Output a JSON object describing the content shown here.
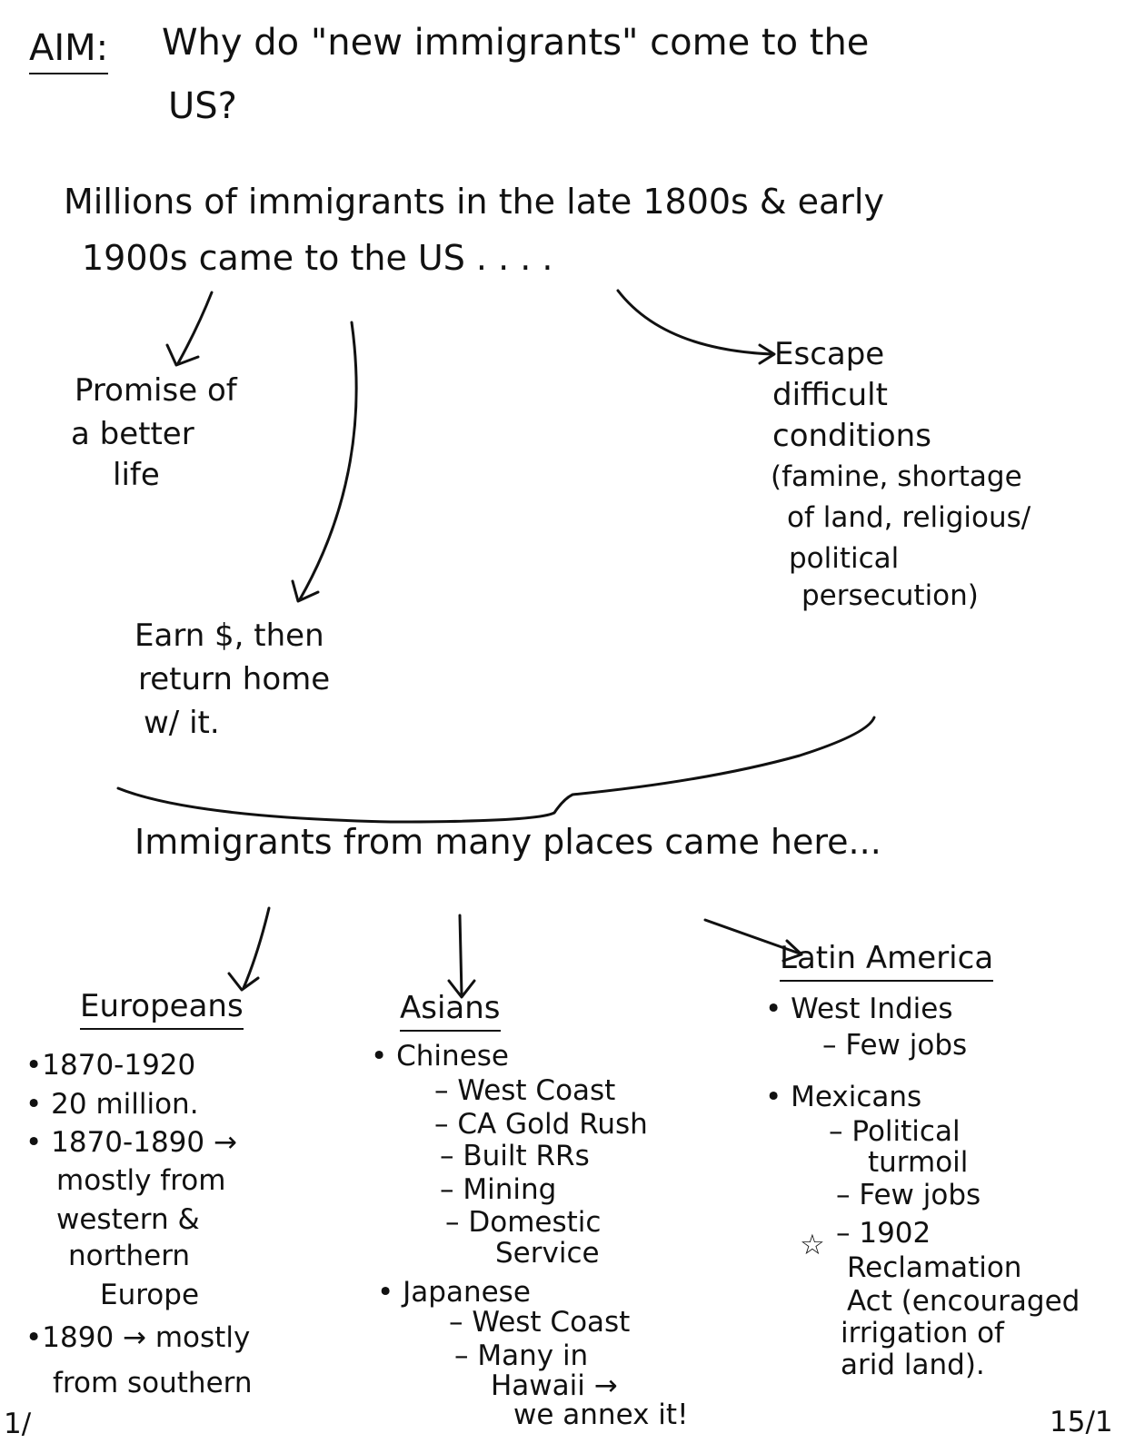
{
  "aim": {
    "label": "AIM:",
    "question_line1": "Why do \"new immigrants\" come to the",
    "question_line2": "US?"
  },
  "intro": {
    "line1": "Millions of immigrants in the late 1800s & early",
    "line2": "1900s came to the US . . . ."
  },
  "reasons": {
    "better_life": [
      "Promise of",
      "a better",
      "life"
    ],
    "earn_money": [
      "Earn $, then",
      "return home",
      "w/ it."
    ],
    "escape": [
      "Escape",
      "difficult",
      "conditions",
      "(famine, shortage",
      "of land, religious/",
      "political",
      "persecution)"
    ]
  },
  "origins_heading": "Immigrants from many places came here...",
  "europeans": {
    "title": "Europeans",
    "lines": [
      "•1870-1920",
      "• 20 million.",
      "• 1870-1890 →",
      "mostly from",
      "western &",
      "northern",
      "Europe",
      "•1890 → mostly",
      "from southern"
    ]
  },
  "asians": {
    "title": "Asians",
    "lines": [
      "• Chinese",
      "– West Coast",
      "– CA Gold Rush",
      "– Built RRs",
      "– Mining",
      "– Domestic",
      "Service",
      "• Japanese",
      "– West Coast",
      "– Many in",
      "Hawaii →",
      "we annex it!"
    ]
  },
  "latin_america": {
    "title": "Latin America",
    "lines": [
      "• West Indies",
      "– Few jobs",
      "• Mexicans",
      "– Political",
      "turmoil",
      "– Few jobs",
      "– 1902",
      "Reclamation",
      "Act (encouraged",
      "irrigation of",
      "arid land)."
    ],
    "star_mark": "☆"
  },
  "page_marks": {
    "corner_left": "1/",
    "page_number": "15/1"
  }
}
